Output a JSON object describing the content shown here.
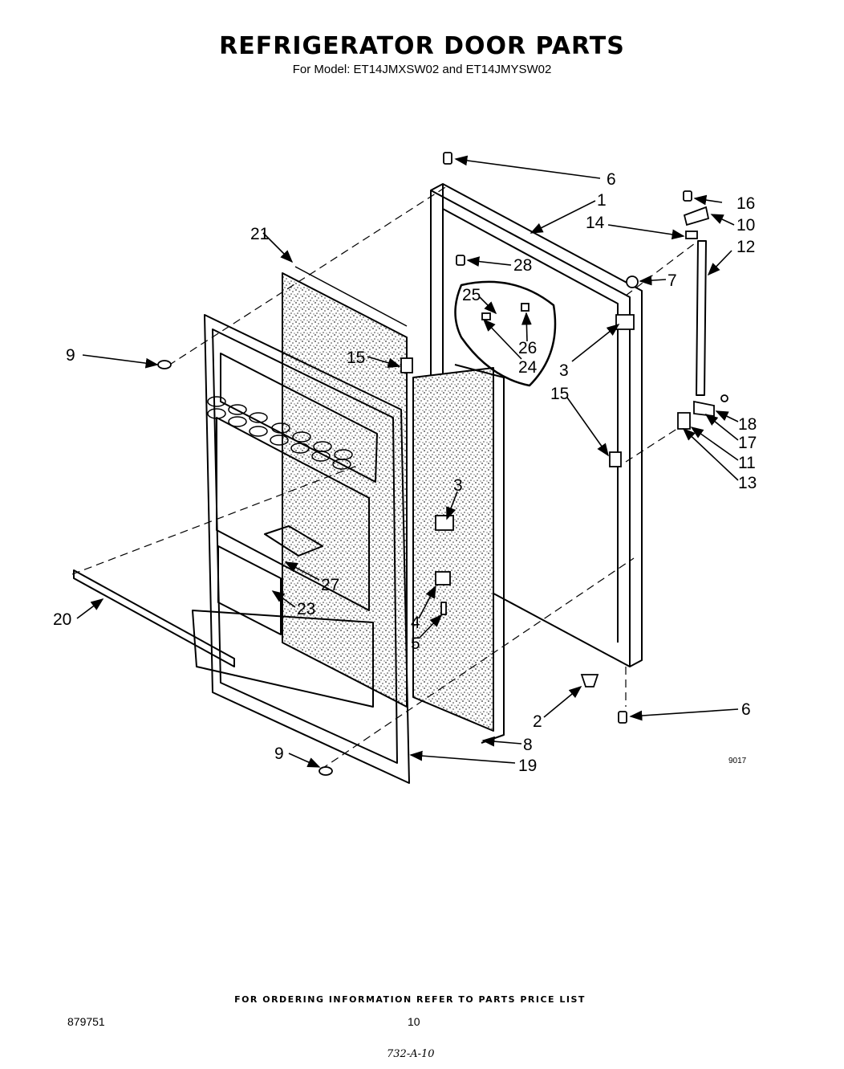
{
  "header": {
    "title": "REFRIGERATOR DOOR PARTS",
    "subtitle": "For Model: ET14JMXSW02 and ET14JMYSW02"
  },
  "callouts": [
    "6",
    "1",
    "16",
    "10",
    "14",
    "12",
    "21",
    "28",
    "7",
    "25",
    "9",
    "26",
    "15",
    "24",
    "3",
    "15",
    "18",
    "17",
    "11",
    "13",
    "3",
    "27",
    "23",
    "20",
    "4",
    "5",
    "2",
    "6",
    "8",
    "9",
    "19"
  ],
  "figure_code": "9017",
  "footer": {
    "ordering_note": "FOR ORDERING INFORMATION REFER TO PARTS PRICE LIST",
    "doc_number": "879751",
    "page_number": "10",
    "handwritten": "732-A-10"
  }
}
